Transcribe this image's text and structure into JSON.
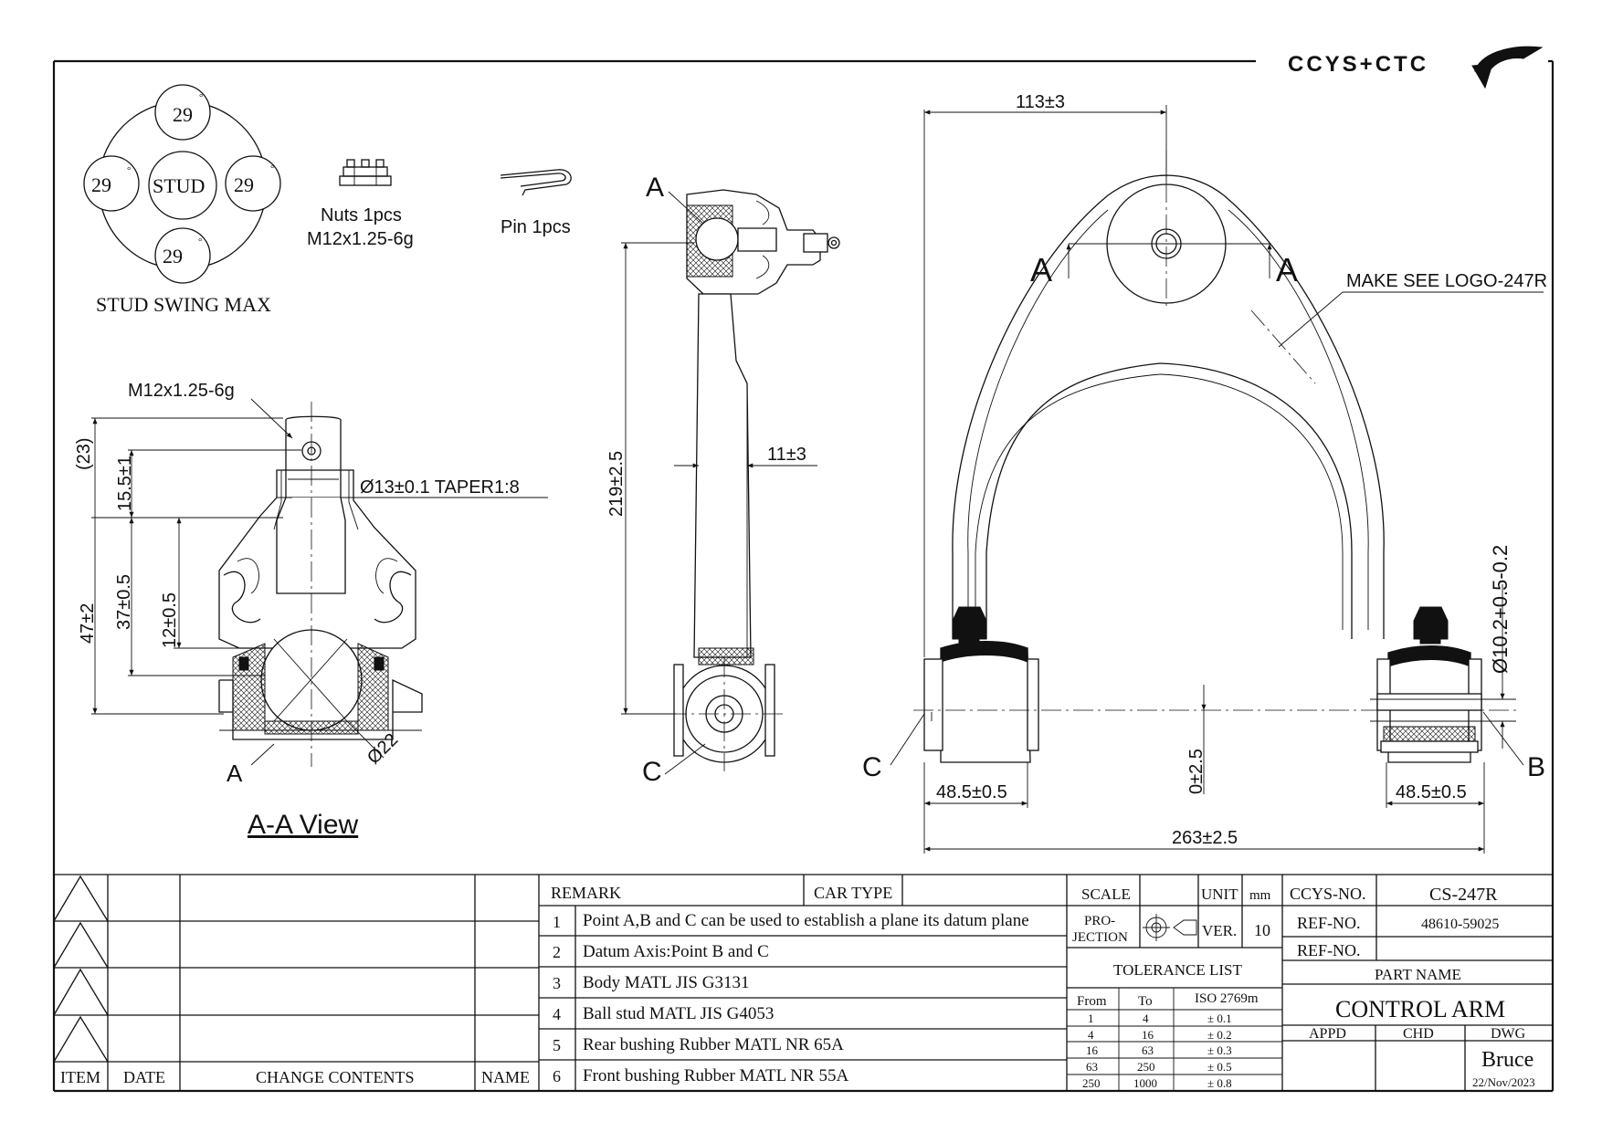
{
  "logo": {
    "text": "CCYS+CTC"
  },
  "stud_swing": {
    "top": "29",
    "left": "29",
    "center": "STUD",
    "right": "29",
    "bottom": "29",
    "caption": "STUD SWING MAX"
  },
  "nuts": {
    "line1": "Nuts 1pcs",
    "line2": "M12x1.25-6g"
  },
  "pin": {
    "label": "Pin 1pcs"
  },
  "section_view": {
    "thread_label": "M12x1.25-6g",
    "taper_label": "Ø13±0.1 TAPER1:8",
    "dims": {
      "d23": "(23)",
      "d15_5": "15.5±1",
      "d47": "47±2",
      "d37": "37±0.5",
      "d12": "12±0.5",
      "d22": "Ø22"
    },
    "point_label": "A",
    "title": "A-A View"
  },
  "side_view": {
    "label_a": "A",
    "label_c": "C",
    "dim_height": "219±2.5",
    "dim_offset": "11±3"
  },
  "top_view": {
    "dim_top": "113±3",
    "section_left": "A",
    "section_right": "A",
    "logo_note": "MAKE SEE LOGO-247R",
    "dim_bore": "Ø10.2+0.5-0.2",
    "dim_center": "0±2.5",
    "dim_left": "48.5±0.5",
    "dim_right": "48.5±0.5",
    "dim_total": "263±2.5",
    "label_b": "B",
    "label_c": "C"
  },
  "change_block": {
    "col_item": "ITEM",
    "col_date": "DATE",
    "col_contents": "CHANGE CONTENTS",
    "col_name": "NAME"
  },
  "remarks": {
    "header": "REMARK",
    "car_type": "CAR TYPE",
    "rows": [
      {
        "no": "1",
        "text": "Point A,B and C can be used to establish a plane its datum plane"
      },
      {
        "no": "2",
        "text": "Datum Axis:Point B and C"
      },
      {
        "no": "3",
        "text": "Body MATL JIS G3131"
      },
      {
        "no": "4",
        "text": "Ball stud MATL JIS G4053"
      },
      {
        "no": "5",
        "text": "Rear bushing Rubber MATL NR 65A"
      },
      {
        "no": "6",
        "text": "Front bushing Rubber MATL NR 55A"
      }
    ]
  },
  "scale_block": {
    "scale": "SCALE",
    "unit": "UNIT",
    "unit_value": "mm",
    "projection": "PRO-",
    "projection2": "JECTION",
    "ver": "VER.",
    "ver_value": "10"
  },
  "tolerance": {
    "title": "TOLERANCE LIST",
    "headers": [
      "From",
      "To",
      "ISO 2769m"
    ],
    "rows": [
      [
        "1",
        "4",
        "± 0.1"
      ],
      [
        "4",
        "16",
        "± 0.2"
      ],
      [
        "16",
        "63",
        "± 0.3"
      ],
      [
        "63",
        "250",
        "± 0.5"
      ],
      [
        "250",
        "1000",
        "± 0.8"
      ]
    ]
  },
  "title_block": {
    "ccys_no_label": "CCYS-NO.",
    "ccys_no": "CS-247R",
    "ref_no_label": "REF-NO.",
    "ref_no": "48610-59025",
    "ref_no2_label": "REF-NO.",
    "ref_no2": "",
    "part_name_label": "PART NAME",
    "part_name": "CONTROL ARM",
    "appd": "APPD",
    "chd": "CHD",
    "dwg": "DWG",
    "drawer": "Bruce",
    "date": "22/Nov/2023"
  }
}
